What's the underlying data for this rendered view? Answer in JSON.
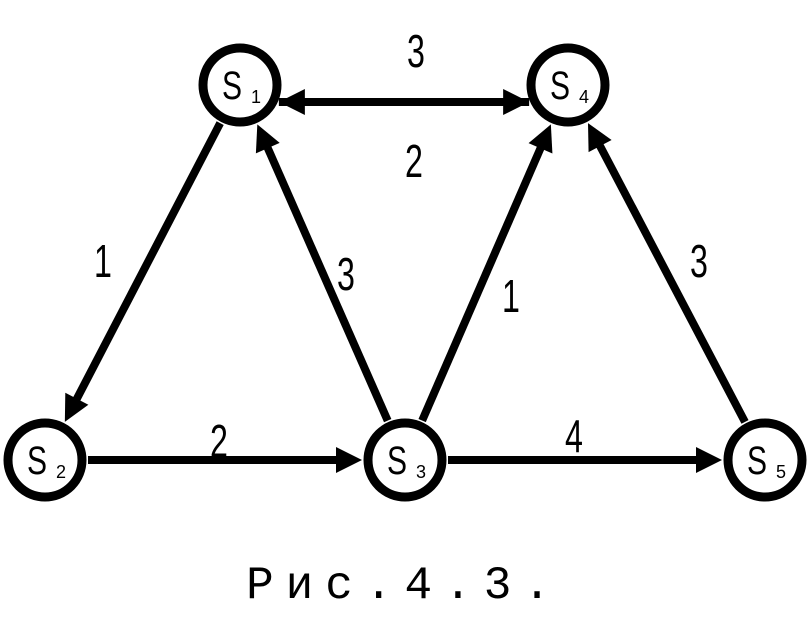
{
  "graph": {
    "nodes": [
      {
        "id": "s1",
        "letter": "S",
        "sub": "1"
      },
      {
        "id": "s2",
        "letter": "S",
        "sub": "2"
      },
      {
        "id": "s3",
        "letter": "S",
        "sub": "3"
      },
      {
        "id": "s4",
        "letter": "S",
        "sub": "4"
      },
      {
        "id": "s5",
        "letter": "S",
        "sub": "5"
      }
    ],
    "edges": [
      {
        "from": "s4",
        "to": "s1",
        "weight": "3"
      },
      {
        "from": "s1",
        "to": "s4",
        "weight": "2"
      },
      {
        "from": "s1",
        "to": "s2",
        "weight": "1"
      },
      {
        "from": "s3",
        "to": "s1",
        "weight": "3"
      },
      {
        "from": "s3",
        "to": "s4",
        "weight": "1"
      },
      {
        "from": "s5",
        "to": "s4",
        "weight": "3"
      },
      {
        "from": "s2",
        "to": "s3",
        "weight": "2"
      },
      {
        "from": "s3",
        "to": "s5",
        "weight": "4"
      }
    ]
  },
  "caption": "Рис.4.3."
}
